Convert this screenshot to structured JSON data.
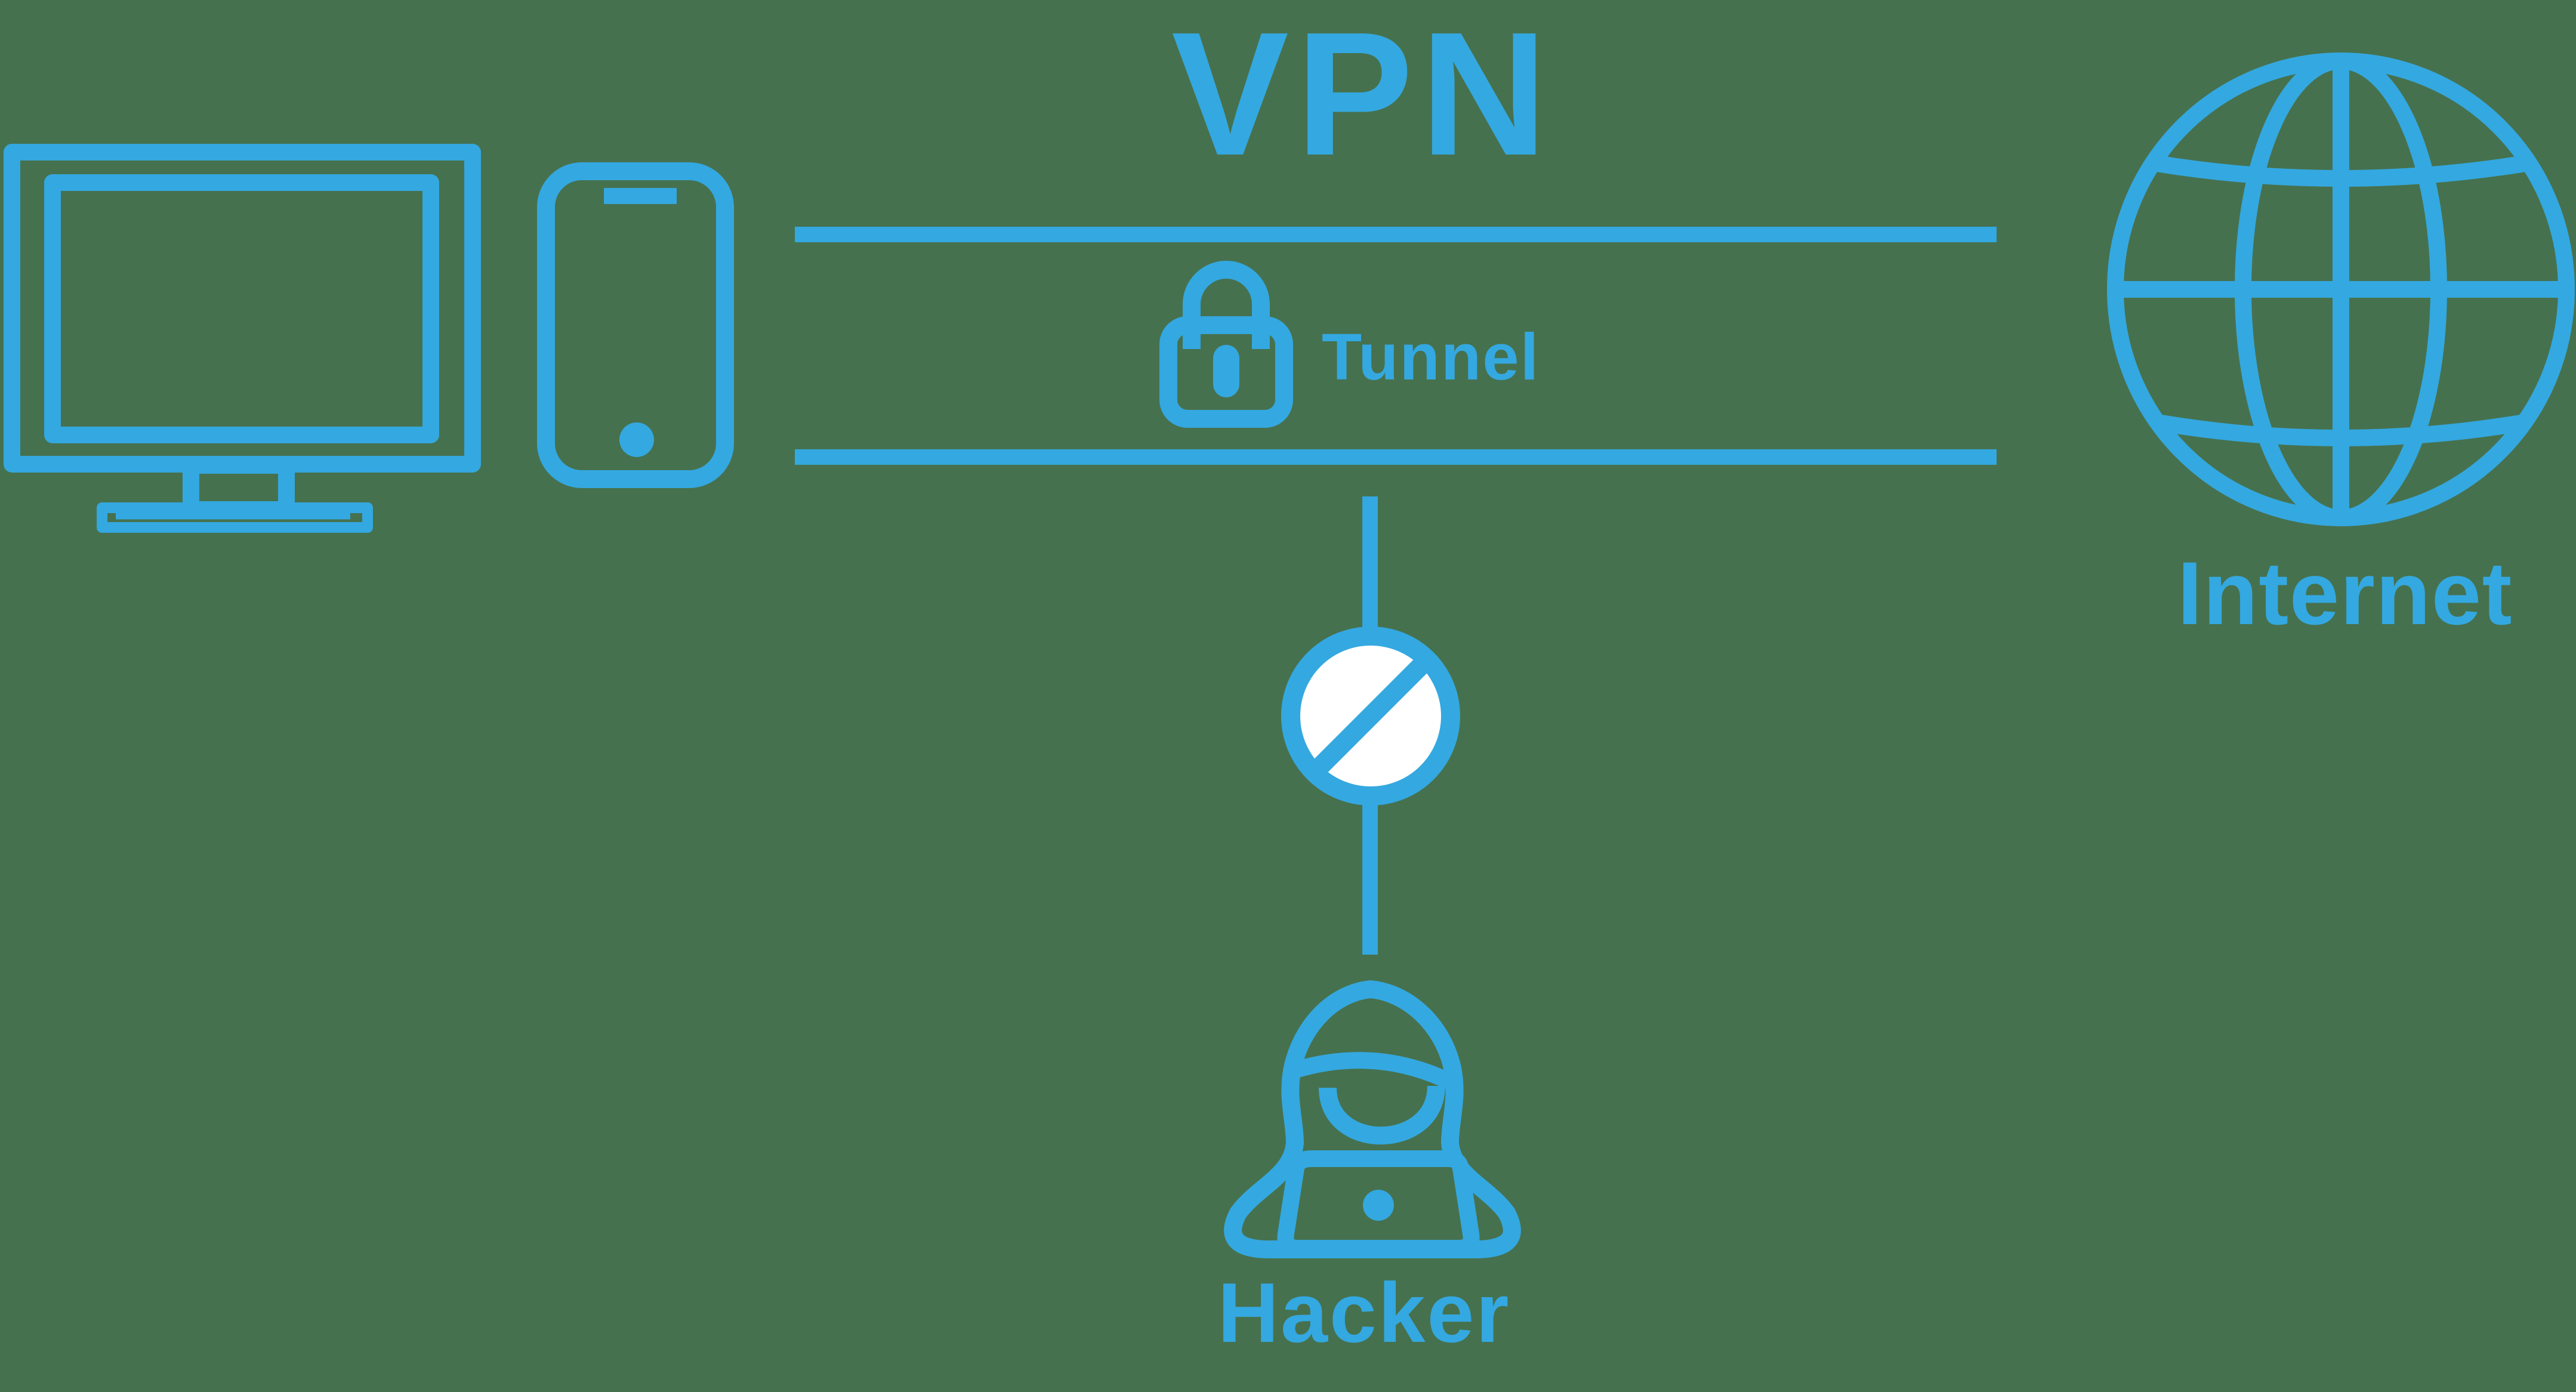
{
  "colors": {
    "accent": "#34a8e0",
    "background": "#46714e",
    "no_entry_fill": "#ffffff"
  },
  "diagram": {
    "title": "VPN",
    "tunnel_label": "Tunnel",
    "hacker_label": "Hacker",
    "internet_label": "Internet",
    "icons": {
      "client_devices": [
        "monitor-icon",
        "smartphone-icon"
      ],
      "encryption": "lock-icon",
      "blocked_attack": "no-entry-icon",
      "threat": "hacker-icon",
      "destination": "globe-icon"
    }
  }
}
